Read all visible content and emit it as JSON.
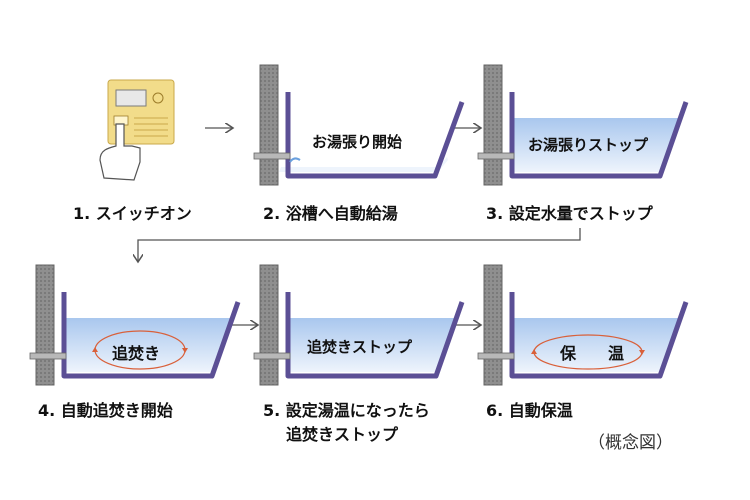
{
  "steps": [
    {
      "number": "1.",
      "caption": "スイッチオン",
      "icon": "remote-control-hand"
    },
    {
      "number": "2.",
      "caption": "浴槽へ自動給湯",
      "label": "お湯張り開始"
    },
    {
      "number": "3.",
      "caption": "設定水量でストップ",
      "label": "お湯張りストップ"
    },
    {
      "number": "4.",
      "caption": "自動追焚き開始",
      "label": "追焚き"
    },
    {
      "number": "5.",
      "caption": "設定湯温になったら",
      "caption2": "追焚きストップ",
      "label": "追焚きストップ"
    },
    {
      "number": "6.",
      "caption": "自動保温",
      "label": "保　　温"
    }
  ],
  "note": "（概念図）",
  "colors": {
    "tub_outline": "#5b4f95",
    "water_top": "#a9c7ee",
    "water_bottom": "#e8f0fb",
    "wall": "#8e8e8e",
    "remote": "#f2dc8a",
    "circulation": "#d9603a",
    "arrow": "#555555"
  }
}
